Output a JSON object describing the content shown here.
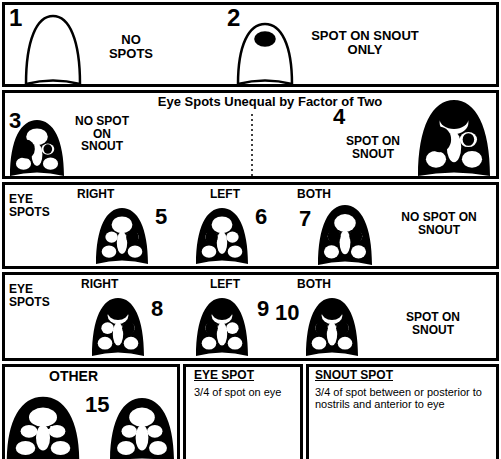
{
  "diagram": {
    "nodes": [
      {
        "text": [
          "1",
          "NO SPOTS",
          "2",
          "SPOT ON SNOUT ONLY"
        ]
      },
      {
        "text": [
          "3",
          "Eye Spots Unequal by Factor of Two",
          "NO SPOT ON SNOUT",
          "4",
          "SPOT ON SNOUT"
        ]
      },
      {
        "text": [
          "EYE SPOTS",
          "RIGHT",
          "5",
          "LEFT",
          "6",
          "BOTH",
          "7",
          "NO SPOT ON SNOUT"
        ]
      },
      {
        "text": [
          "EYE SPOTS",
          "RIGHT",
          "8",
          "LEFT",
          "9",
          "BOTH",
          "10",
          "SPOT ON SNOUT"
        ]
      },
      {
        "text": [
          "OTHER",
          "15"
        ]
      },
      {
        "text": [
          "EYE SPOT",
          "3/4 of spot on eye"
        ]
      },
      {
        "text": [
          "SNOUT SPOT",
          "3/4 of spot between or posterior to nostrils and anterior to eye"
        ]
      }
    ]
  }
}
